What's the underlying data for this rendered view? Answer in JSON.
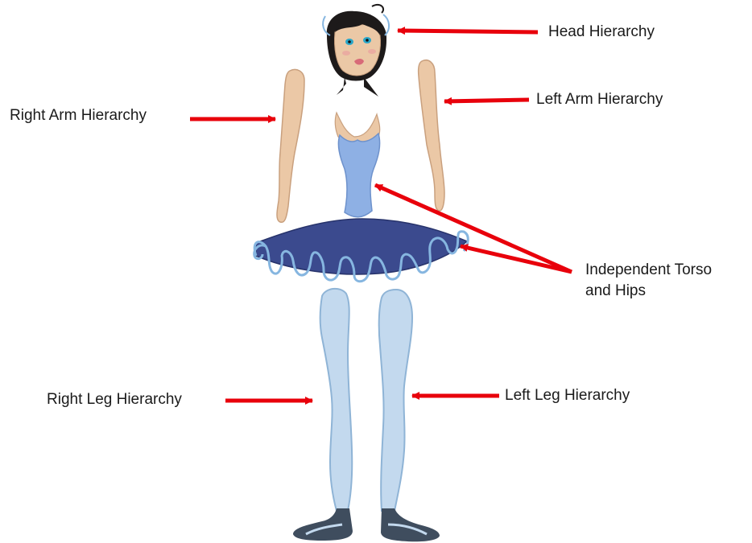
{
  "labels": {
    "head": "Head Hierarchy",
    "right_arm": "Right Arm Hierarchy",
    "left_arm": "Left Arm Hierarchy",
    "torso_line1": "Independent Torso",
    "torso_line2": "and Hips",
    "right_leg": "Right Leg Hierarchy",
    "left_leg": "Left Leg Hierarchy"
  },
  "colors": {
    "arrow": "#e8000b",
    "skin": "#ebc8a6",
    "skin_outline": "#c9a07e",
    "bodice": "#8eb0e4",
    "tutu": "#3b4a8e",
    "tutu_trim": "#86b6e0",
    "tights": "#c3d9ee",
    "tights_outline": "#8fb4d6",
    "shoe": "#3f4d5e",
    "hair": "#1d1a1a"
  },
  "icons": [
    "ballerina-puppet-illustration"
  ]
}
